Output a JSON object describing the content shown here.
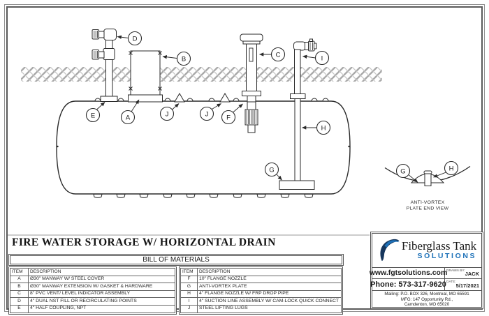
{
  "colors": {
    "accent_blue": "#1d71b8",
    "navy": "#16365c",
    "line": "#2a2a2a"
  },
  "diagram": {
    "balloons": {
      "a": "A",
      "b": "B",
      "c": "C",
      "d": "D",
      "e": "E",
      "f": "F",
      "g": "G",
      "h": "H",
      "i": "I",
      "j": "J"
    },
    "end_view": {
      "g": "G",
      "h": "H",
      "caption_line1": "ANTI-VORTEX",
      "caption_line2": "PLATE END VIEW"
    }
  },
  "title": "FIRE WATER STORAGE W/ HORIZONTAL DRAIN",
  "bom": {
    "title": "BILL OF MATERIALS",
    "item_header": "ITEM",
    "desc_header": "DESCRIPTION",
    "left_rows": [
      {
        "item": "A",
        "desc": "Ø30\" MANWAY W/ STEEL COVER"
      },
      {
        "item": "B",
        "desc": "Ø30\" MANWAY EXTENSION W/ GASKET & HARDWARE"
      },
      {
        "item": "C",
        "desc": "8\" PVC VENT/ LEVEL INDICATOR ASSEMBLY"
      },
      {
        "item": "D",
        "desc": "4\" DUAL NST FILL OR RECIRCULATING POINTS"
      },
      {
        "item": "E",
        "desc": "4\" HALF COUPLING, NPT"
      }
    ],
    "right_rows": [
      {
        "item": "F",
        "desc": "10\" FLANGE NOZZLE"
      },
      {
        "item": "G",
        "desc": "ANTI-VORTEX PLATE"
      },
      {
        "item": "H",
        "desc": "4\" FLANGE NOZZLE W/ FRP DROP PIPE"
      },
      {
        "item": "I",
        "desc": "4\" SUCTION LINE ASSEMBLY W/ CAM-LOCK QUICK CONNECT"
      },
      {
        "item": "J",
        "desc": "STEEL LIFTING LUGS"
      }
    ]
  },
  "title_block": {
    "company_name": "Fiberglass Tank",
    "company_tagline": "SOLUTIONS",
    "website": "www.fgtsolutions.com",
    "phone": "Phone: 573-317-9620",
    "drawn_by_label": "DRAWN BY:",
    "drawn_by_value": "JACK",
    "date_label": "DATE:",
    "date_value": "5/17/2021",
    "address_line1": "Mailing: P.O. BOX 326, Montreal, MO 65591",
    "address_line2": "MFG: 147 Opportunity Rd.,",
    "address_line3": "Camdenton, MO 65020"
  }
}
